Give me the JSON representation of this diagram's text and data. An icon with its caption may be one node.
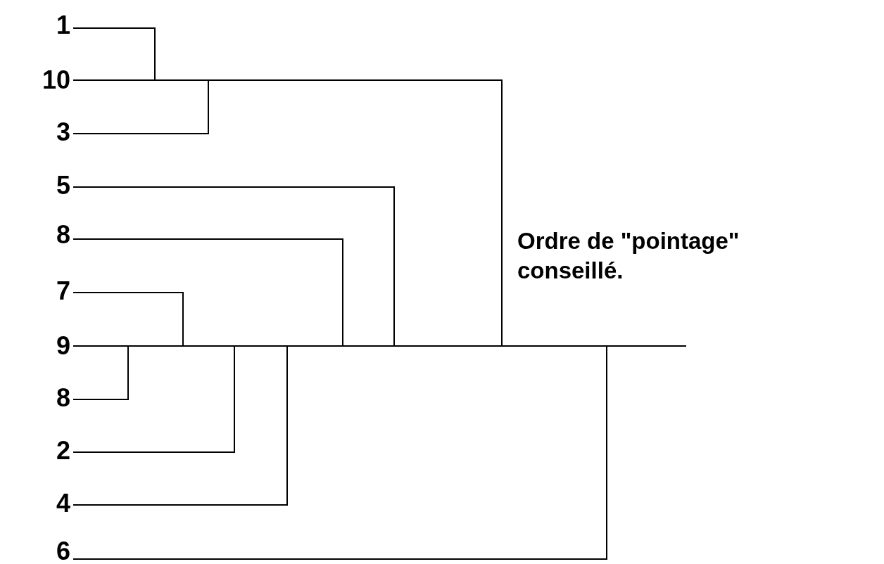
{
  "diagram": {
    "nodes": [
      {
        "text": [
          "1"
        ]
      },
      {
        "text": [
          "10"
        ]
      },
      {
        "text": [
          "3"
        ]
      },
      {
        "text": [
          "5"
        ]
      },
      {
        "text": [
          "8"
        ]
      },
      {
        "text": [
          "7"
        ]
      },
      {
        "text": [
          "9"
        ]
      },
      {
        "text": [
          "8"
        ]
      },
      {
        "text": [
          "2"
        ]
      },
      {
        "text": [
          "4"
        ]
      },
      {
        "text": [
          "6"
        ]
      }
    ],
    "edges": [
      {
        "from": 0,
        "to": 1,
        "arrow": "none"
      },
      {
        "from": 2,
        "to": 1,
        "arrow": "none"
      },
      {
        "from": 1,
        "to": 6,
        "arrow": "none"
      },
      {
        "from": 3,
        "to": 6,
        "arrow": "none"
      },
      {
        "from": 4,
        "to": 6,
        "arrow": "none"
      },
      {
        "from": 5,
        "to": 6,
        "arrow": "none"
      },
      {
        "from": 7,
        "to": 6,
        "arrow": "none"
      },
      {
        "from": 8,
        "to": 6,
        "arrow": "none"
      },
      {
        "from": 9,
        "to": 6,
        "arrow": "none"
      },
      {
        "from": 10,
        "to": 6,
        "arrow": "none"
      }
    ],
    "labels": [
      "Ordre de \"pointage\" conseillé."
    ]
  }
}
